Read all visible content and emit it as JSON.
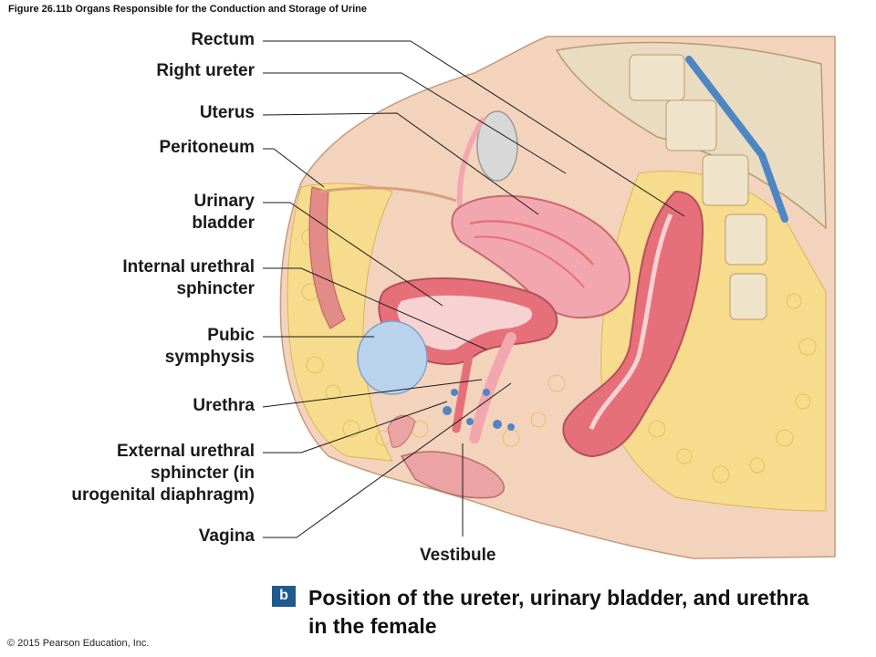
{
  "figure_title": "Figure 26.11b Organs Responsible for the Conduction and Storage of Urine",
  "copyright": "© 2015 Pearson Education, Inc.",
  "panel_letter": "b",
  "caption": "Position of the ureter, urinary bladder, and urethra in the female",
  "labels": {
    "rectum": "Rectum",
    "right_ureter": "Right ureter",
    "uterus": "Uterus",
    "peritoneum": "Peritoneum",
    "urinary_bladder": "Urinary\nbladder",
    "internal_urethral_sphincter": "Internal urethral\nsphincter",
    "pubic_symphysis": "Pubic\nsymphysis",
    "urethra": "Urethra",
    "external_urethral_sphincter": "External urethral\nsphincter (in\nurogenital diaphragm)",
    "vagina": "Vagina",
    "vestibule": "Vestibule"
  },
  "colors": {
    "skin": "#f4d3bc",
    "fat": "#f6dc8c",
    "muscle_pink": "#f2a7ae",
    "organ_wall": "#e6707a",
    "bladder_lumen": "#f8d2d2",
    "bone": "#e9dcc0",
    "cartilage_blue": "#b9d3ec",
    "vein_blue": "#4e86c4",
    "badge": "#1e5a8c"
  }
}
